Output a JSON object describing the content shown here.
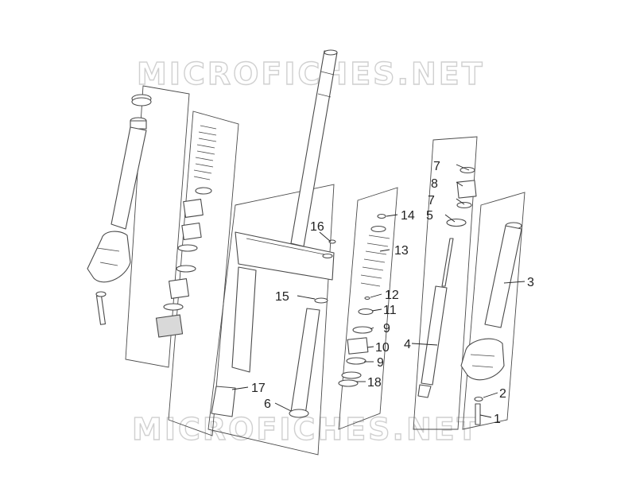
{
  "watermark": {
    "top": "MICROFICHES.NET",
    "bottom": "MICROFICHES.NET"
  },
  "callouts": [
    "1",
    "2",
    "3",
    "4",
    "5",
    "6",
    "7",
    "7",
    "8",
    "9",
    "9",
    "10",
    "11",
    "12",
    "13",
    "14",
    "15",
    "16",
    "17",
    "18"
  ]
}
